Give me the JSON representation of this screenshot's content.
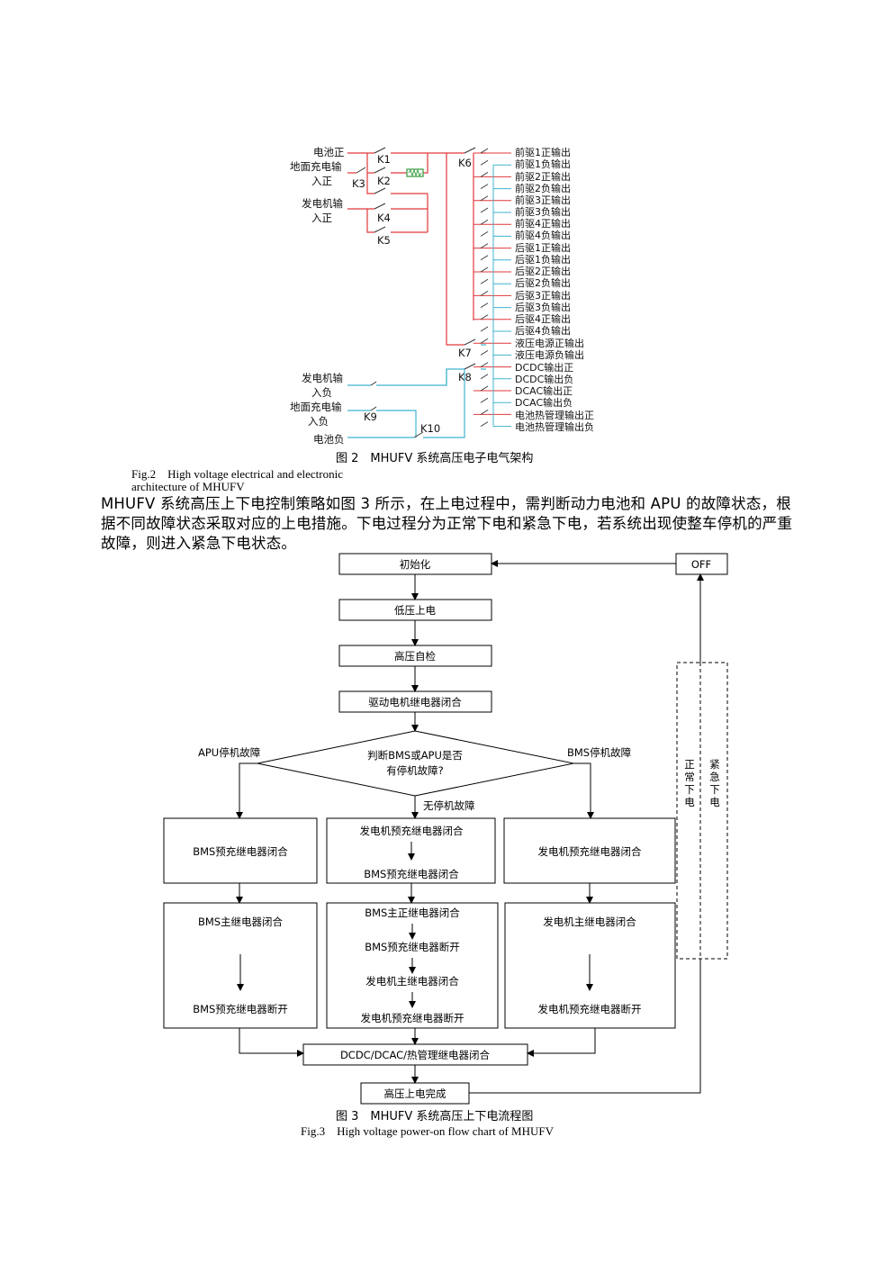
{
  "fig2": {
    "left_labels": [
      "电池正",
      "地面充电输",
      "入正",
      "发电机输",
      "入正",
      "发电机输",
      "入负",
      "地面充电输",
      "入负",
      "电池负"
    ],
    "switches": [
      "K1",
      "K2",
      "K3",
      "K4",
      "K5",
      "K6",
      "K7",
      "K8",
      "K9",
      "K10"
    ],
    "outputs": [
      "前驱1正输出",
      "前驱1负输出",
      "前驱2正输出",
      "前驱2负输出",
      "前驱3正输出",
      "前驱3负输出",
      "前驱4正输出",
      "前驱4负输出",
      "后驱1正输出",
      "后驱1负输出",
      "后驱2正输出",
      "后驱2负输出",
      "后驱3正输出",
      "后驱3负输出",
      "后驱4正输出",
      "后驱4负输出",
      "液压电源正输出",
      "液压电源负输出",
      "DCDC输出正",
      "DCDC输出负",
      "DCAC输出正",
      "DCAC输出负",
      "电池热管理输出正",
      "电池热管理输出负"
    ],
    "caption_cn": "图 2　MHUFV 系统高压电子电气架构",
    "caption_en_line1": "Fig.2　High voltage electrical and electronic",
    "caption_en_line2": "architecture of MHUFV",
    "colors": {
      "positive": "#e0373a",
      "negative": "#3fb3d0",
      "resistor": "#2e9a3a"
    }
  },
  "paragraph": "MHUFV 系统高压上下电控制策略如图 3 所示，在上电过程中，需判断动力电池和 APU 的故障状态，根据不同故障状态采取对应的上电措施。下电过程分为正常下电和紧急下电，若系统出现使整车停机的严重故障，则进入紧急下电状态。",
  "fig3": {
    "init": "初始化",
    "off": "OFF",
    "low_voltage": "低压上电",
    "hv_check": "高压自检",
    "drive_relay": "驱动电机继电器闭合",
    "decision_line1": "判断BMS或APU是否",
    "decision_line2": "有停机故障?",
    "apu_fault": "APU停机故障",
    "bms_fault": "BMS停机故障",
    "no_fault": "无停机故障",
    "left_col": [
      "BMS预充继电器闭合",
      "BMS主继电器闭合",
      "BMS预充继电器断开"
    ],
    "mid_col": [
      "发电机预充继电器闭合",
      "BMS预充继电器闭合",
      "BMS主正继电器闭合",
      "BMS预充继电器断开",
      "发电机主继电器闭合",
      "发电机预充继电器断开"
    ],
    "right_col": [
      "发电机预充继电器闭合",
      "发电机主继电器闭合",
      "发电机预充继电器断开"
    ],
    "dcdc": "DCDC/DCAC/热管理继电器闭合",
    "done": "高压上电完成",
    "normal_off": [
      "正",
      "常",
      "下",
      "电"
    ],
    "emergency_off": [
      "紧",
      "急",
      "下",
      "电"
    ],
    "caption_cn": "图 3　MHUFV 系统高压上下电流程图",
    "caption_en": "Fig.3　High voltage power-on flow chart of MHUFV"
  }
}
